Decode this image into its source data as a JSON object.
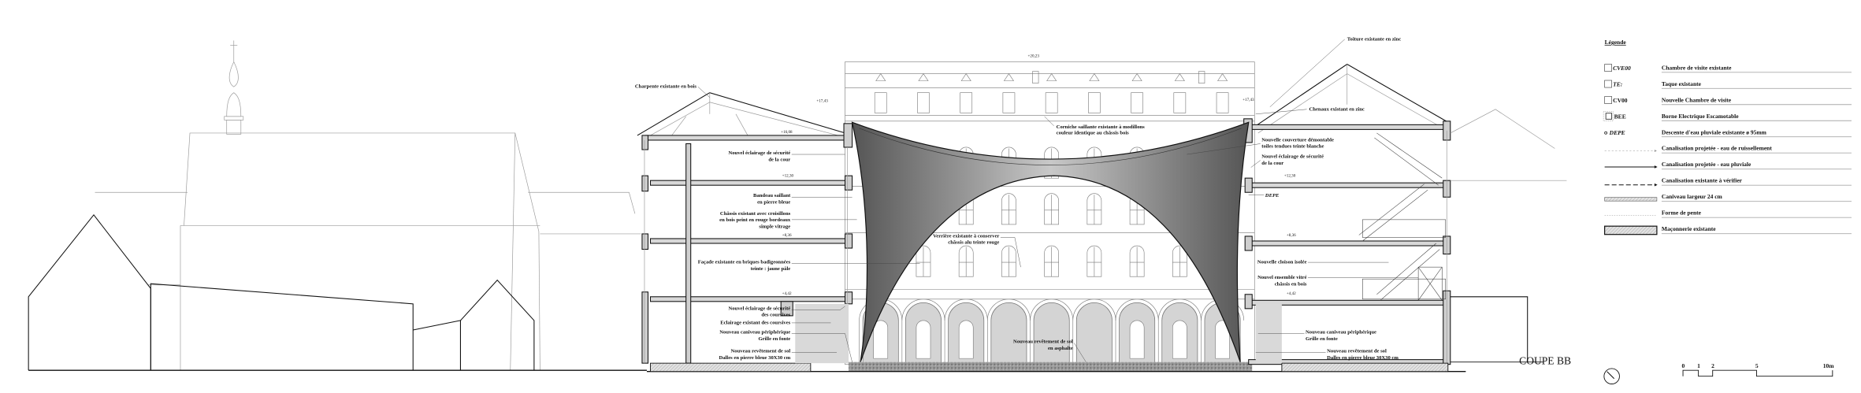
{
  "title": "COUPE BB",
  "levels": {
    "ridge": "+20,23",
    "cornice_left": "+17,43",
    "cornice_right": "+17,43",
    "attic": "+16,08",
    "l3_left": "+12,30",
    "l3_right": "+12,30",
    "l2_left": "+8,36",
    "l2_right": "+8,36",
    "l1_left": "+4,42",
    "l1_right": "+4,42"
  },
  "labels": {
    "charpente": "Charpente existante en bois",
    "toiture": "Toiture existante en zinc",
    "chenaux": "Chenaux existant en zinc",
    "corniche": [
      "Corniche saillante existante à modillons",
      "couleur identique au châssis bois"
    ],
    "left": [
      [
        "Nouvel éclairage de sécurité",
        "de la cour"
      ],
      [
        "Bandeau saillant",
        "en pierre bleue"
      ],
      [
        "Châssis existant avec croisillons",
        "en bois peint en rouge bordeaux",
        "simple vitrage"
      ],
      [
        "Façade existante en briques badigeonnées",
        "teinte : jaune pâle"
      ],
      [
        "Nouvel éclairage de sécurité",
        "des coursives"
      ],
      [
        "Eclairage existant des coursives"
      ],
      [
        "Nouveau caniveau périphérique",
        "Grille en fonte"
      ],
      [
        "Nouveau revêtement de sol",
        "Dalles en pierre bleue 30X30 cm"
      ]
    ],
    "center": [
      [
        "Verrière existante à conserver",
        "châssis alu teinte rouge"
      ],
      [
        "Nouveau revêtement de sol",
        "en asphalte"
      ]
    ],
    "right": [
      [
        "Nouvelle couverture démontable",
        "toiles tendues teinte blanche"
      ],
      [
        "Nouvel éclairage de sécurité",
        "de la cour"
      ],
      [
        "DEPE"
      ],
      [
        "Nouvelle cloison isolée"
      ],
      [
        "Nouvel ensemble vitré",
        "châssis en bois"
      ],
      [
        "Nouveau caniveau périphérique",
        "Grille en fonte"
      ],
      [
        "Nouveau revêtement de sol",
        "Dalles en pierre bleue 30X30 cm"
      ]
    ]
  },
  "legend": {
    "title": "Légende",
    "items": [
      {
        "code": "CVE00",
        "label": "Chambre de visite existante",
        "icon": "box"
      },
      {
        "code": "TE:",
        "label": "Taque existante",
        "icon": "box"
      },
      {
        "code": "CV00",
        "label": "Nouvelle Chambre de visite",
        "icon": "box"
      },
      {
        "code": "BEE",
        "label": "Borne Electrique Escamotable",
        "icon": "dotted-box"
      },
      {
        "code": "DEPE",
        "label": "Descente d'eau pluviale existante ø 95mm",
        "icon": "circle"
      },
      {
        "code": "",
        "label": "Canalisation projetée - eau de ruissellement",
        "icon": "dotted-arrow"
      },
      {
        "code": "",
        "label": "Canalisation projetée - eau pluviale",
        "icon": "solid-arrow"
      },
      {
        "code": "",
        "label": "Canalisation existante à vérifier",
        "icon": "dashed-arrow"
      },
      {
        "code": "",
        "label": "Caniveau largeur 24 cm",
        "icon": "hatched-band"
      },
      {
        "code": "",
        "label": "Forme de pente",
        "icon": "dotted-line"
      },
      {
        "code": "",
        "label": "Maçonnerie existante",
        "icon": "hatched-box"
      }
    ]
  },
  "scale_bar": {
    "ticks": [
      "0",
      "1",
      "2",
      "5",
      "10m"
    ],
    "values_m": [
      0,
      1,
      2,
      5,
      10
    ]
  },
  "colors": {
    "tent": "#6e6e6e",
    "masonry": "#cfcfcf",
    "ink": "#111111"
  }
}
